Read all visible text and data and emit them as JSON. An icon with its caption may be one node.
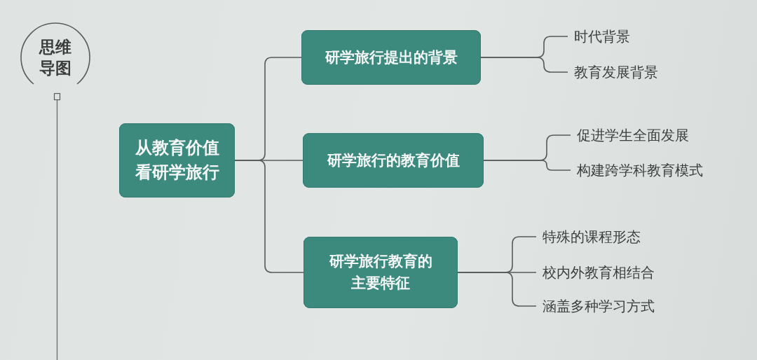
{
  "diagram": {
    "nodes": [
      {
        "text": [
          "思维导图"
        ]
      },
      {
        "text": [
          "从教育价值看研学旅行"
        ]
      },
      {
        "text": [
          "研学旅行提出的背景"
        ]
      },
      {
        "text": [
          "研学旅行的教育价值"
        ]
      },
      {
        "text": [
          "研学旅行教育的主要特征"
        ]
      },
      {
        "text": [
          "时代背景"
        ]
      },
      {
        "text": [
          "教育发展背景"
        ]
      },
      {
        "text": [
          "促进学生全面发展"
        ]
      },
      {
        "text": [
          "构建跨学科教育模式"
        ]
      },
      {
        "text": [
          "特殊的课程形态"
        ]
      },
      {
        "text": [
          "校内外教育相结合"
        ]
      },
      {
        "text": [
          "涵盖多种学习方式"
        ]
      }
    ],
    "edges": [
      {
        "from": 1,
        "to": 2,
        "arrow": "none"
      },
      {
        "from": 1,
        "to": 3,
        "arrow": "none"
      },
      {
        "from": 1,
        "to": 4,
        "arrow": "none"
      },
      {
        "from": 2,
        "to": 5,
        "arrow": "none"
      },
      {
        "from": 2,
        "to": 6,
        "arrow": "none"
      },
      {
        "from": 3,
        "to": 7,
        "arrow": "none"
      },
      {
        "from": 3,
        "to": 8,
        "arrow": "none"
      },
      {
        "from": 4,
        "to": 9,
        "arrow": "none"
      },
      {
        "from": 4,
        "to": 10,
        "arrow": "none"
      },
      {
        "from": 4,
        "to": 11,
        "arrow": "none"
      }
    ]
  }
}
